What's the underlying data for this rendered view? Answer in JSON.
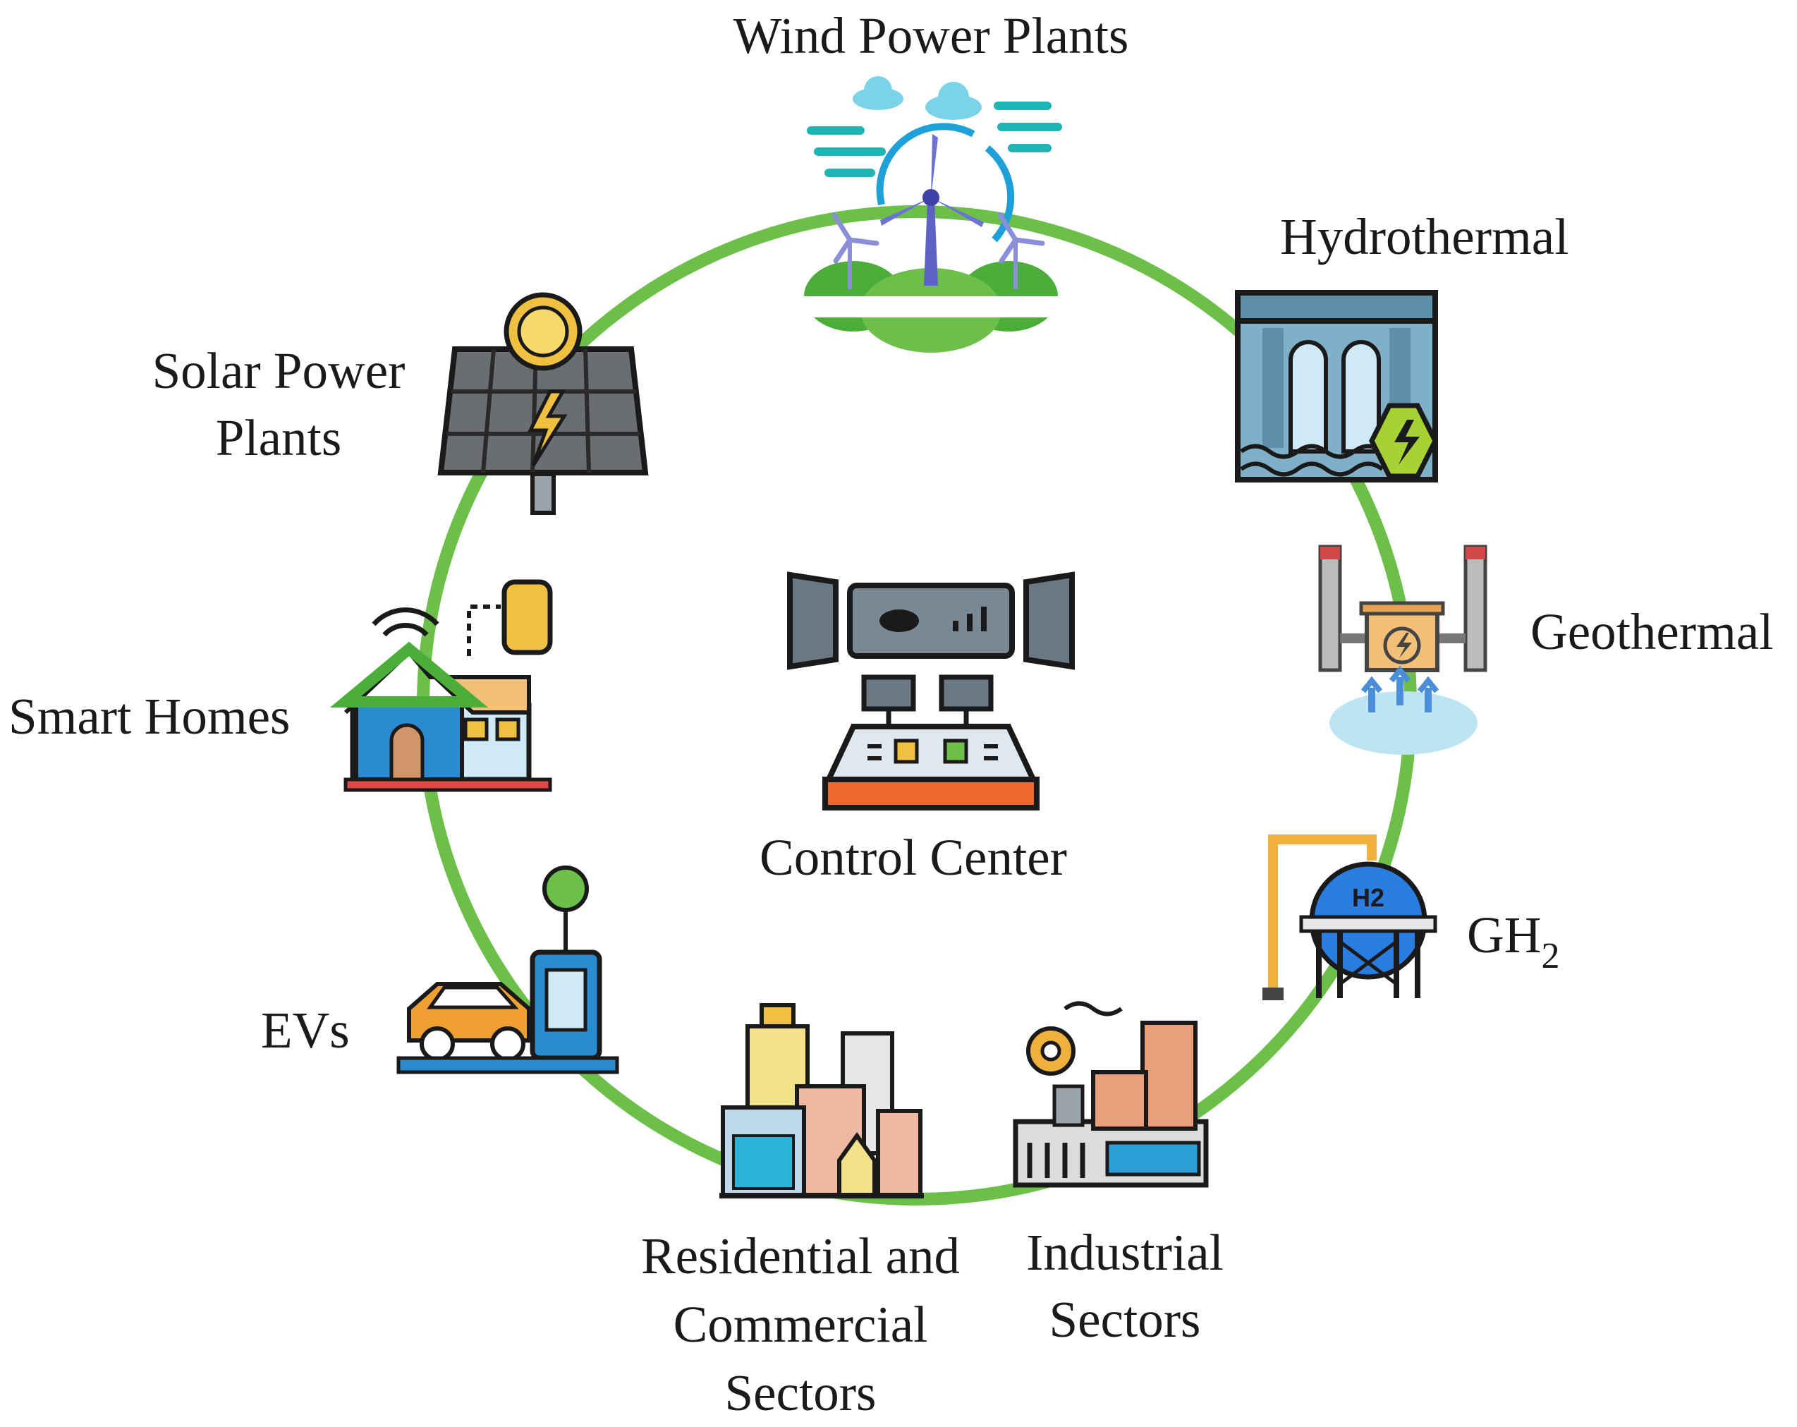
{
  "diagram": {
    "ring_color": "#6cc04a",
    "center": {
      "label": "Control Center",
      "icon": "control-center-icon"
    },
    "nodes": [
      {
        "id": "wind",
        "lines": [
          "Wind Power Plants"
        ],
        "icon": "wind-turbine-icon"
      },
      {
        "id": "hydro",
        "lines": [
          "Hydrothermal"
        ],
        "icon": "hydro-dam-icon"
      },
      {
        "id": "geo",
        "lines": [
          "Geothermal"
        ],
        "icon": "geothermal-plant-icon"
      },
      {
        "id": "gh2",
        "label_main": "GH",
        "label_sub": "2",
        "badge": "H2",
        "icon": "hydrogen-tank-icon"
      },
      {
        "id": "industrial",
        "lines": [
          "Industrial",
          "Sectors"
        ],
        "icon": "factory-icon"
      },
      {
        "id": "residential",
        "lines": [
          "Residential and",
          "Commercial",
          "Sectors"
        ],
        "icon": "city-buildings-icon"
      },
      {
        "id": "evs",
        "lines": [
          "EVs"
        ],
        "icon": "ev-charging-icon"
      },
      {
        "id": "homes",
        "lines": [
          "Smart Homes"
        ],
        "icon": "smart-home-icon"
      },
      {
        "id": "solar",
        "lines": [
          "Solar Power",
          "Plants"
        ],
        "icon": "solar-panel-icon"
      }
    ]
  }
}
